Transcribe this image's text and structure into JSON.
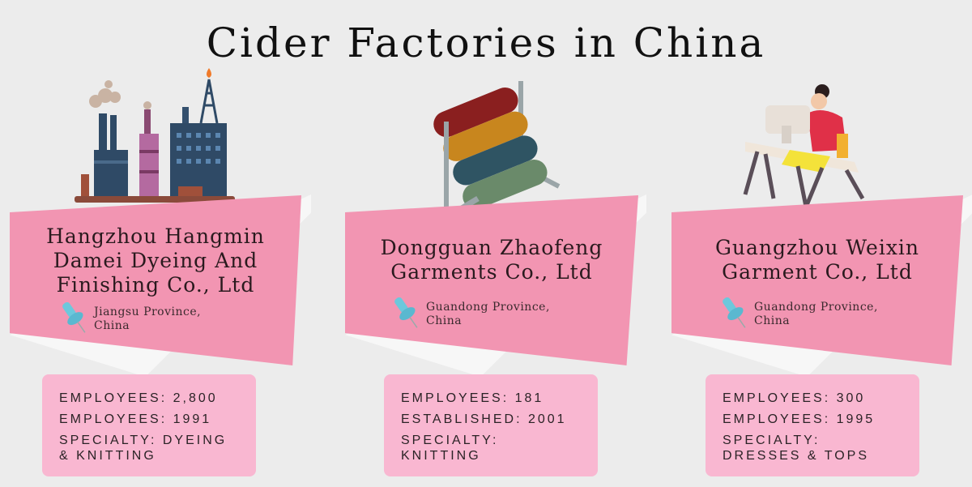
{
  "title": "Cider Factories in China",
  "factories": [
    {
      "name": "Hangzhou Hangmin Damei Dyeing And Finishing Co., Ltd",
      "name_lines": [
        "Hangzhou Hangmin",
        "Damei Dyeing And",
        "Finishing Co., Ltd"
      ],
      "location_lines": [
        "Jiangsu Province,",
        "China"
      ],
      "details": [
        "EMPLOYEES: 2,800",
        "EMPLOYEES: 1991",
        "SPECIALTY: DYEING\n& KNITTING"
      ],
      "icon": "factory-illustration"
    },
    {
      "name": "Dongguan Zhaofeng Garments Co., Ltd",
      "name_lines": [
        "Dongguan Zhaofeng",
        "Garments Co., Ltd"
      ],
      "location_lines": [
        "Guandong Province,",
        "China"
      ],
      "details": [
        "EMPLOYEES: 181",
        "ESTABLISHED: 2001",
        "SPECIALTY:\nKNITTING"
      ],
      "icon": "fabric-rolls-illustration"
    },
    {
      "name": "Guangzhou Weixin Garment Co., Ltd",
      "name_lines": [
        "Guangzhou Weixin",
        "Garment Co., Ltd"
      ],
      "location_lines": [
        "Guandong Province,",
        "China"
      ],
      "details": [
        "EMPLOYEES: 300",
        "EMPLOYEES: 1995",
        "SPECIALTY:\nDRESSES & TOPS"
      ],
      "icon": "sewing-worker-illustration"
    }
  ],
  "colors": {
    "panel": "#f295b2",
    "info": "#f9b7d1",
    "background": "#ececec",
    "pin": "#6cc8dc"
  }
}
